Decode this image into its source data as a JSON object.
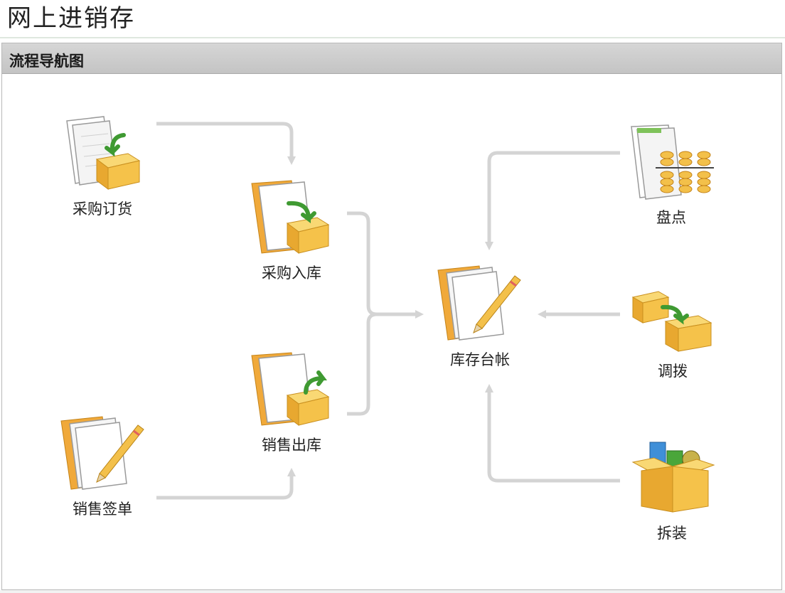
{
  "app": {
    "title": "网上进销存"
  },
  "panel": {
    "title": "流程导航图"
  },
  "nodes": {
    "purchase_order": "采购订货",
    "purchase_inbound": "采购入库",
    "sales_outbound": "销售出库",
    "sales_contract": "销售签单",
    "inventory_ledger": "库存台帐",
    "stocktake": "盘点",
    "transfer": "调拨",
    "disassembly": "拆装"
  },
  "icons": {
    "purchase_order": "document-box-arrow-icon",
    "purchase_inbound": "folder-box-arrow-icon",
    "sales_outbound": "folder-box-export-icon",
    "sales_contract": "folder-pencil-icon",
    "inventory_ledger": "folder-pencil-icon",
    "stocktake": "spreadsheet-abacus-icon",
    "transfer": "boxes-transfer-icon",
    "disassembly": "open-box-icon"
  },
  "colors": {
    "arrow": "#d4d4d4",
    "folder": "#f0a93a",
    "box": "#f5c24a",
    "arrow_green": "#4aa63a"
  }
}
